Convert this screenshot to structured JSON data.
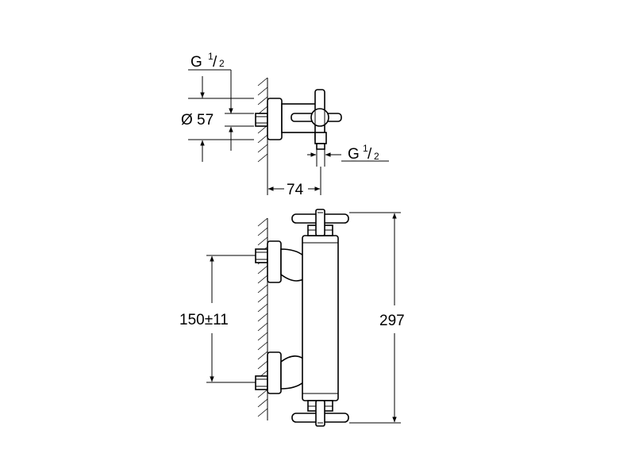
{
  "top_view": {
    "inlet_thread": {
      "prefix": "G",
      "fraction_num": "1",
      "fraction_den": "2"
    },
    "diameter_label": "Ø 57",
    "outlet_thread": {
      "prefix": "G",
      "fraction_num": "1",
      "fraction_den": "2"
    },
    "depth_label": "74"
  },
  "front_view": {
    "spacing_label": "150±11",
    "height_label": "297"
  }
}
